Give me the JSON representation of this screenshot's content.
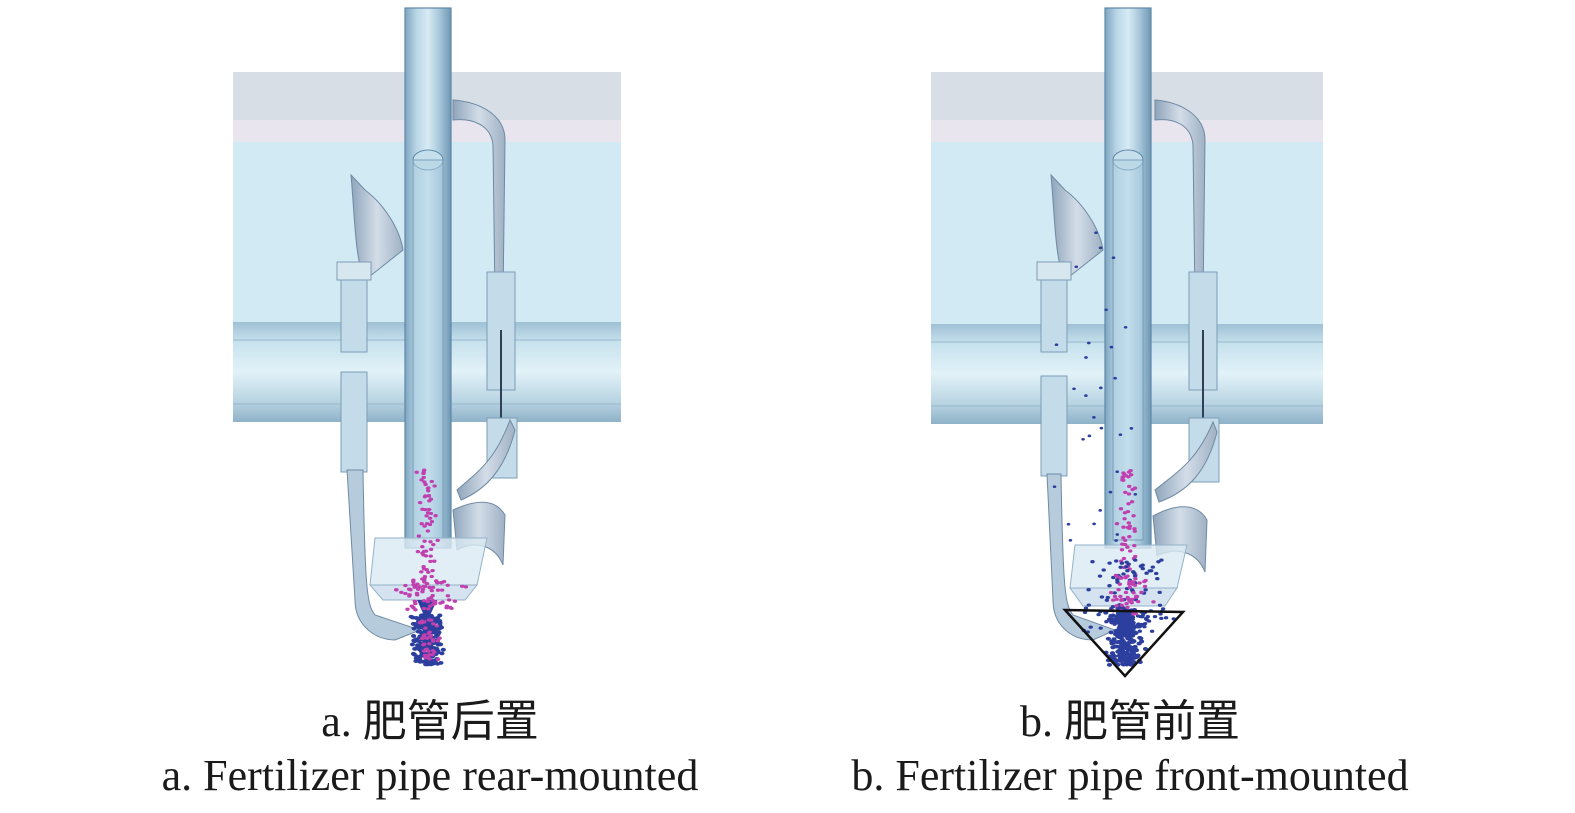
{
  "figure": {
    "panels": [
      {
        "id": "a",
        "caption_zh": "a. 肥管后置",
        "caption_en": "a. Fertilizer pipe rear-mounted"
      },
      {
        "id": "b",
        "caption_zh": "b. 肥管前置",
        "caption_en": "b. Fertilizer pipe front-mounted"
      }
    ],
    "colors": {
      "frame_light": "#cfe7f2",
      "frame_band": "#dde3ea",
      "frame_stripe": "#ebe6ee",
      "pipe": "#a8c8dc",
      "pipe_edge": "#5e88a8",
      "opener_blade": "#b7c7d7",
      "particle_blue": "#2d3f9e",
      "particle_magenta": "#c040b0",
      "outline": "#111111"
    }
  }
}
